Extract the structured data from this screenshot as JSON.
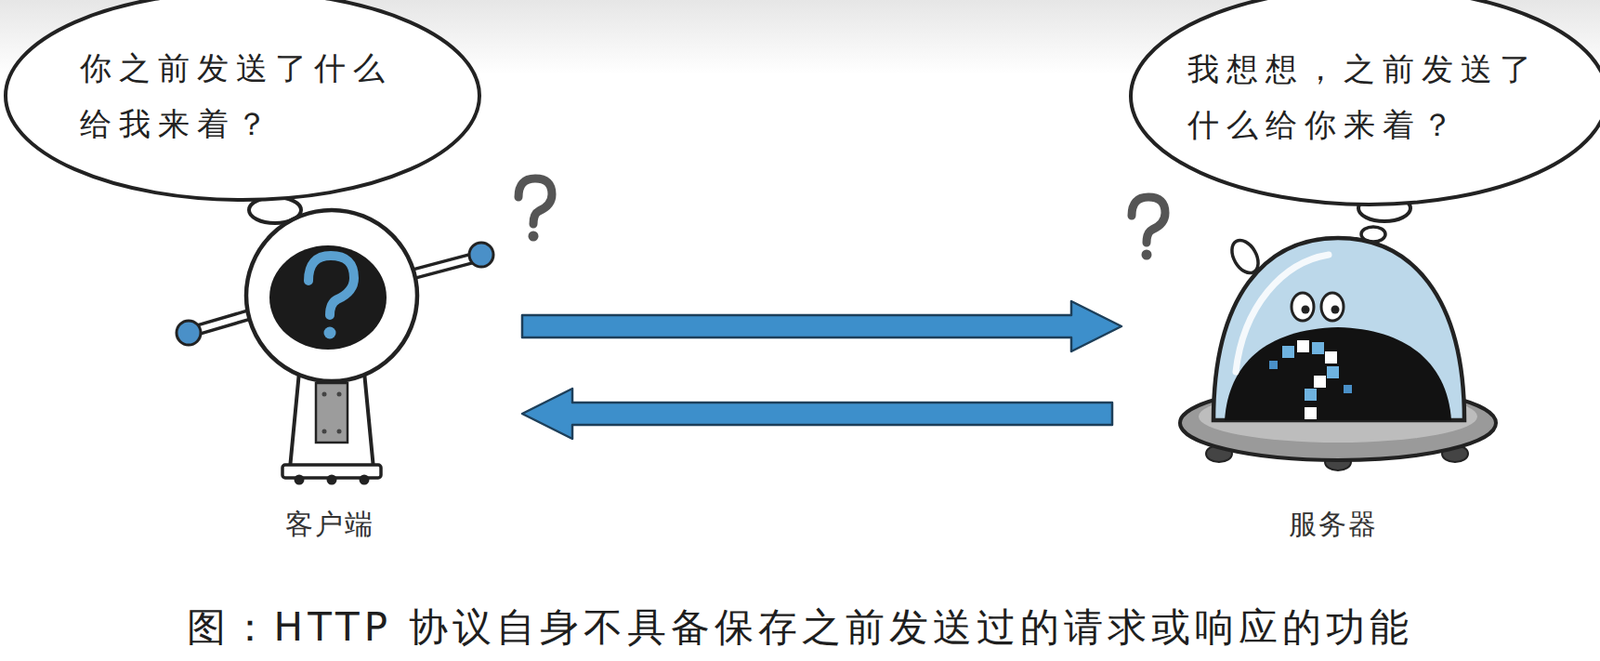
{
  "diagram": {
    "caption": "图：HTTP 协议自身不具备保存之前发送过的请求或响应的功能",
    "nodes": [
      {
        "text": [
          "你之前发送了什么 给我来着？"
        ]
      },
      {
        "text": [
          "我想想，之前发送了 什么给你来着？"
        ]
      },
      {
        "text": [
          "客户端"
        ]
      },
      {
        "text": [
          "服务器"
        ]
      }
    ],
    "edges": [
      {
        "from": 2,
        "to": 3,
        "arrow": "to"
      },
      {
        "from": 3,
        "to": 2,
        "arrow": "to"
      }
    ]
  }
}
